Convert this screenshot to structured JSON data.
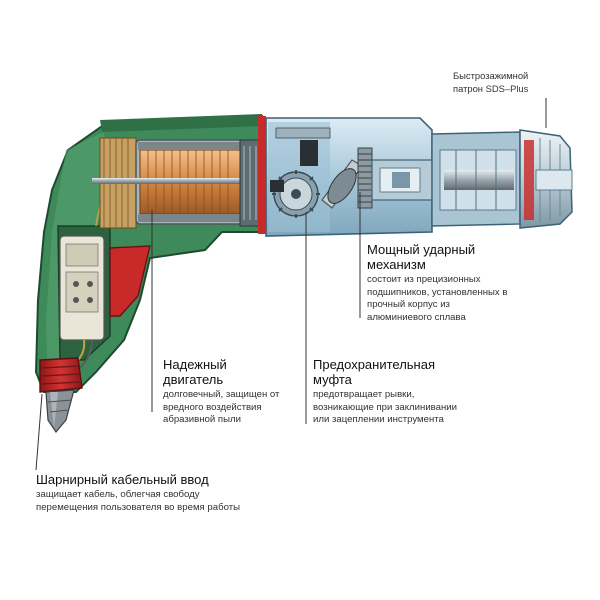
{
  "callouts": {
    "chuck": {
      "desc": "Быстрозажимной\nпатрон SDS–Plus"
    },
    "impact": {
      "title": "Мощный ударный\nмеханизм",
      "desc": "состоит из прецизионных\nподшипников, установленных в\nпрочный корпус из\nалюминиевого сплава"
    },
    "motor": {
      "title": "Надежный\nдвигатель",
      "desc": "долговечный, защищен от\nвредного воздействия\nабразивной пыли"
    },
    "clutch": {
      "title": "Предохранительная\nмуфта",
      "desc": "предотвращает рывки,\nвозникающие при заклинивании\nили зацеплении инструмента"
    },
    "cable": {
      "title": "Шарнирный кабельный ввод",
      "desc": "защищает кабель, облегчая свободу\nперемещения пользователя во время работы"
    }
  },
  "colors": {
    "housing_green": "#3f8a5a",
    "housing_dark": "#27603c",
    "accent_red": "#c82a2a",
    "gearbox_blue": "#b7d4e4",
    "copper": "#d9894a",
    "leader": "#333333"
  }
}
